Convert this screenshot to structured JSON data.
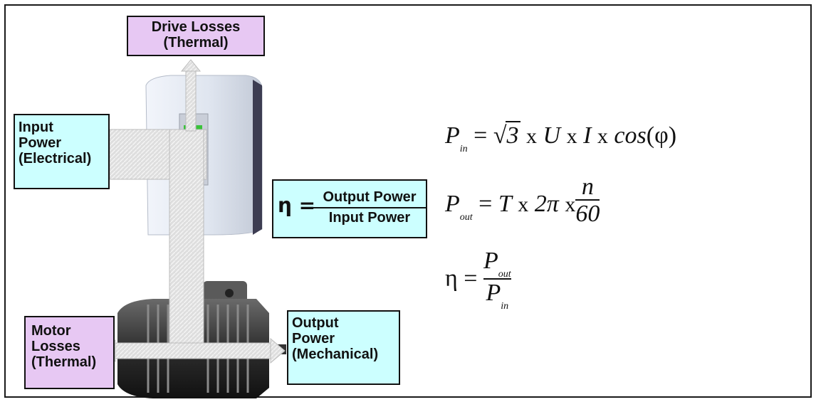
{
  "labels": {
    "drive_losses": [
      "Drive Losses",
      "(Thermal)"
    ],
    "input_power": [
      "Input",
      "Power",
      "(Electrical)"
    ],
    "motor_losses": [
      "Motor",
      "Losses",
      "(Thermal)"
    ],
    "output_power": [
      "Output",
      "Power",
      "(Mechanical)"
    ],
    "eta_box": {
      "symbol": "η =",
      "numerator": "Output Power",
      "denominator": "Input Power"
    }
  },
  "formulas": {
    "p_in": {
      "lhs": "P",
      "lhs_sub": "in",
      "eq": "=",
      "sqrt": "3",
      "terms": [
        "U",
        "I",
        "cos",
        "(φ)"
      ],
      "times": "x"
    },
    "p_out": {
      "lhs": "P",
      "lhs_sub": "out",
      "eq": "=",
      "terms": [
        "T",
        "2π"
      ],
      "times": "x",
      "frac_num": "n",
      "frac_den": "60"
    },
    "eta": {
      "lhs": "η",
      "eq": "=",
      "num": "P",
      "num_sub": "out",
      "den": "P",
      "den_sub": "in"
    }
  },
  "colors": {
    "drive_losses_box": "#e7c8f3",
    "input_power_box": "#ccffff",
    "arrow_fill": "#d8d8d8"
  },
  "icons": [
    "drive-cabinet-icon",
    "motor-icon",
    "power-flow-arrow"
  ]
}
